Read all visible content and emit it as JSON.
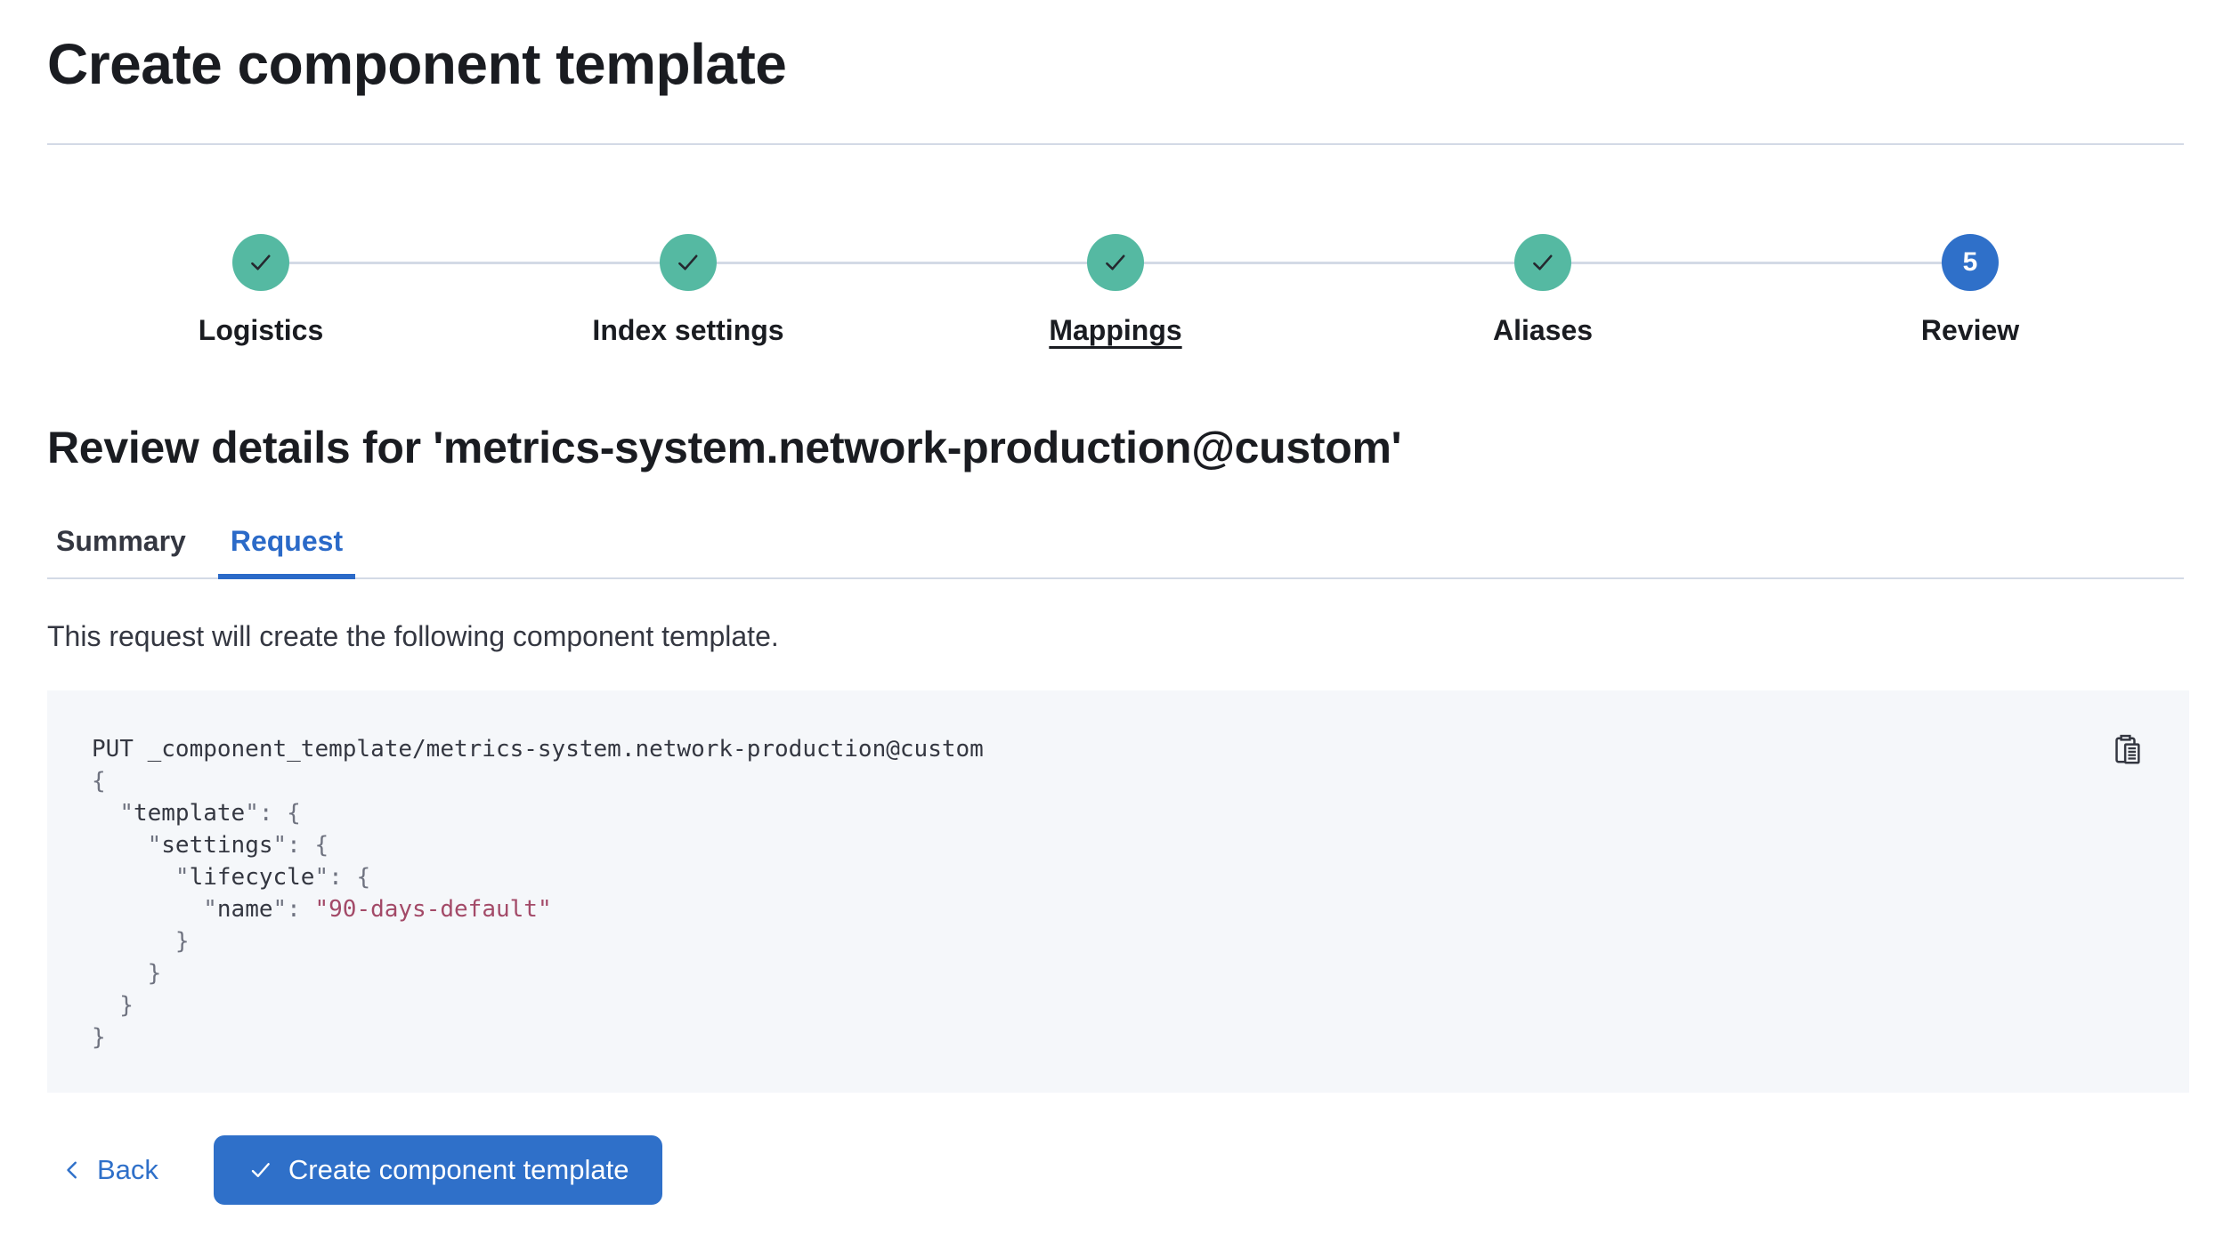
{
  "header": {
    "title": "Create component template"
  },
  "steps": [
    {
      "label": "Logistics",
      "status": "complete"
    },
    {
      "label": "Index settings",
      "status": "complete"
    },
    {
      "label": "Mappings",
      "status": "complete",
      "underlined": true
    },
    {
      "label": "Aliases",
      "status": "complete"
    },
    {
      "label": "Review",
      "status": "current",
      "number": "5"
    }
  ],
  "review": {
    "heading": "Review details for 'metrics-system.network-production@custom'",
    "tabs": [
      {
        "label": "Summary",
        "active": false
      },
      {
        "label": "Request",
        "active": true
      }
    ],
    "description": "This request will create the following component template."
  },
  "code_block": {
    "lines": [
      {
        "segments": [
          {
            "text": "PUT _component_template/metrics-system.network-production@custom",
            "type": "plain"
          }
        ]
      },
      {
        "segments": [
          {
            "text": "{",
            "type": "punct"
          }
        ]
      },
      {
        "segments": [
          {
            "text": "  ",
            "type": "plain"
          },
          {
            "text": "\"",
            "type": "punct"
          },
          {
            "text": "template",
            "type": "key"
          },
          {
            "text": "\": ",
            "type": "punct"
          },
          {
            "text": "{",
            "type": "punct"
          }
        ]
      },
      {
        "segments": [
          {
            "text": "    ",
            "type": "plain"
          },
          {
            "text": "\"",
            "type": "punct"
          },
          {
            "text": "settings",
            "type": "key"
          },
          {
            "text": "\": ",
            "type": "punct"
          },
          {
            "text": "{",
            "type": "punct"
          }
        ]
      },
      {
        "segments": [
          {
            "text": "      ",
            "type": "plain"
          },
          {
            "text": "\"",
            "type": "punct"
          },
          {
            "text": "lifecycle",
            "type": "key"
          },
          {
            "text": "\": ",
            "type": "punct"
          },
          {
            "text": "{",
            "type": "punct"
          }
        ]
      },
      {
        "segments": [
          {
            "text": "        ",
            "type": "plain"
          },
          {
            "text": "\"",
            "type": "punct"
          },
          {
            "text": "name",
            "type": "key"
          },
          {
            "text": "\": ",
            "type": "punct"
          },
          {
            "text": "\"90-days-default\"",
            "type": "string"
          }
        ]
      },
      {
        "segments": [
          {
            "text": "      }",
            "type": "punct"
          }
        ]
      },
      {
        "segments": [
          {
            "text": "    }",
            "type": "punct"
          }
        ]
      },
      {
        "segments": [
          {
            "text": "  }",
            "type": "punct"
          }
        ]
      },
      {
        "segments": [
          {
            "text": "}",
            "type": "punct"
          }
        ]
      }
    ]
  },
  "footer": {
    "back_label": "Back",
    "create_label": "Create component template"
  },
  "icons": {
    "completed_step": "check-icon",
    "copy": "copy-clipboard-icon",
    "back": "chevron-left-icon",
    "create": "check-icon"
  },
  "colors": {
    "primary": "#2f70c9",
    "link": "#2b6ac8",
    "success_teal": "#55b9a2",
    "divider": "#d3dae6",
    "text": "#343741",
    "heading": "#1a1c21",
    "panel_bg": "#f5f7fa",
    "code_punct": "#6f7380",
    "code_string": "#a34a68"
  }
}
